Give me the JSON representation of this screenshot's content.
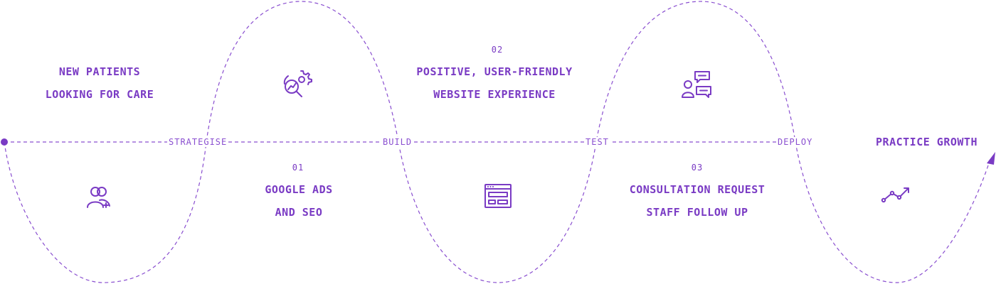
{
  "colors": {
    "accent": "#7a3bc4",
    "line": "#8a4fd0",
    "background": "#ffffff"
  },
  "stages": [
    "STRATEGISE",
    "BUILD",
    "TEST",
    "DEPLOY"
  ],
  "top": {
    "new_patients": [
      "NEW PATIENTS",
      "LOOKING FOR CARE"
    ],
    "step02": {
      "number": "02",
      "lines": [
        "POSITIVE, USER-FRIENDLY",
        "WEBSITE EXPERIENCE"
      ]
    }
  },
  "bottom": {
    "step01": {
      "number": "01",
      "lines": [
        "GOOGLE ADS",
        "AND SEO"
      ]
    },
    "step03": {
      "number": "03",
      "lines": [
        "CONSULTATION REQUEST",
        "STAFF FOLLOW UP"
      ]
    }
  },
  "end_label": "PRACTICE GROWTH",
  "icons": {
    "patients": "patients-add-icon",
    "strategy": "gear-analytics-icon",
    "website": "browser-window-icon",
    "chat": "chat-users-icon",
    "growth": "trend-up-icon"
  }
}
